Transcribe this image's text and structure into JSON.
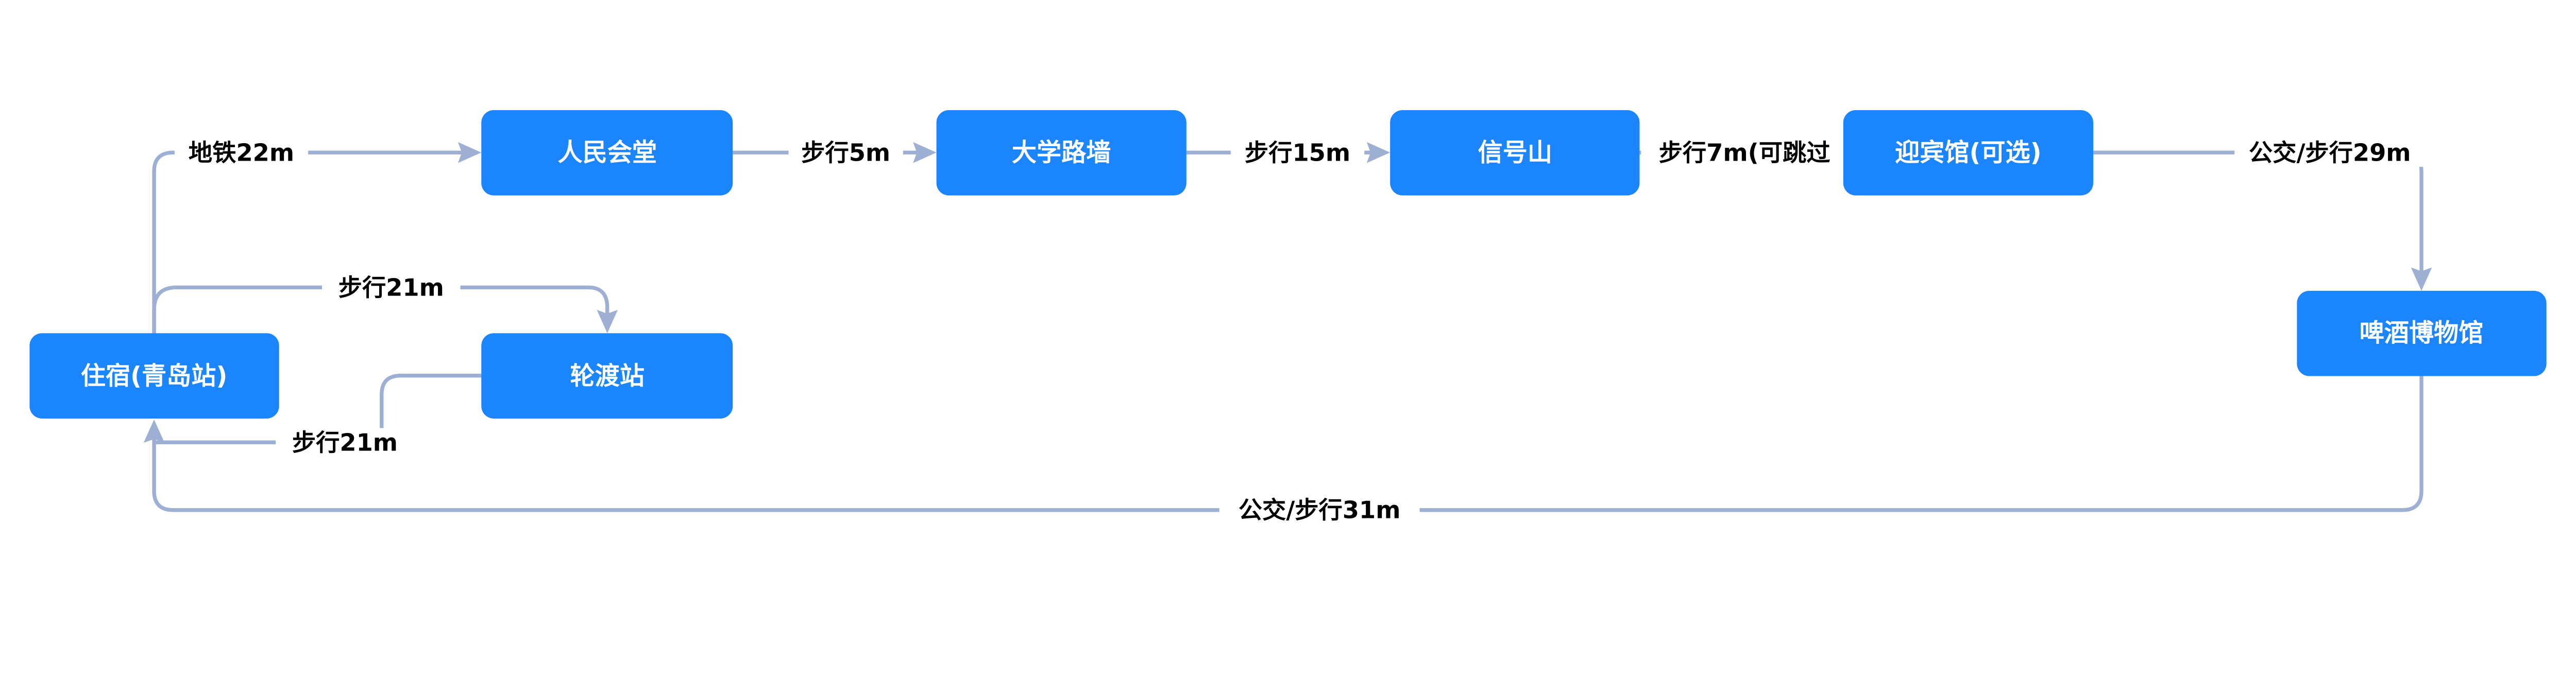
{
  "nodes": {
    "lodging": "住宿(青岛站)",
    "peoples_hall": "人民会堂",
    "daxue_wall": "大学路墙",
    "signal_hill": "信号山",
    "guesthouse": "迎宾馆(可选)",
    "beer_museum": "啤酒博物馆",
    "ferry": "轮渡站"
  },
  "edges": {
    "lodging_to_hall": "地铁22m",
    "lodging_to_ferry": "步行21m",
    "ferry_to_lodging": "步行21m",
    "hall_to_wall": "步行5m",
    "wall_to_hill": "步行15m",
    "hill_to_guesthouse": "步行7m(可跳过",
    "guesthouse_to_museum": "公交/步行29m",
    "museum_to_lodging": "公交/步行31m"
  },
  "colors": {
    "node": "#1a85ff",
    "edge": "#9db0d3"
  }
}
